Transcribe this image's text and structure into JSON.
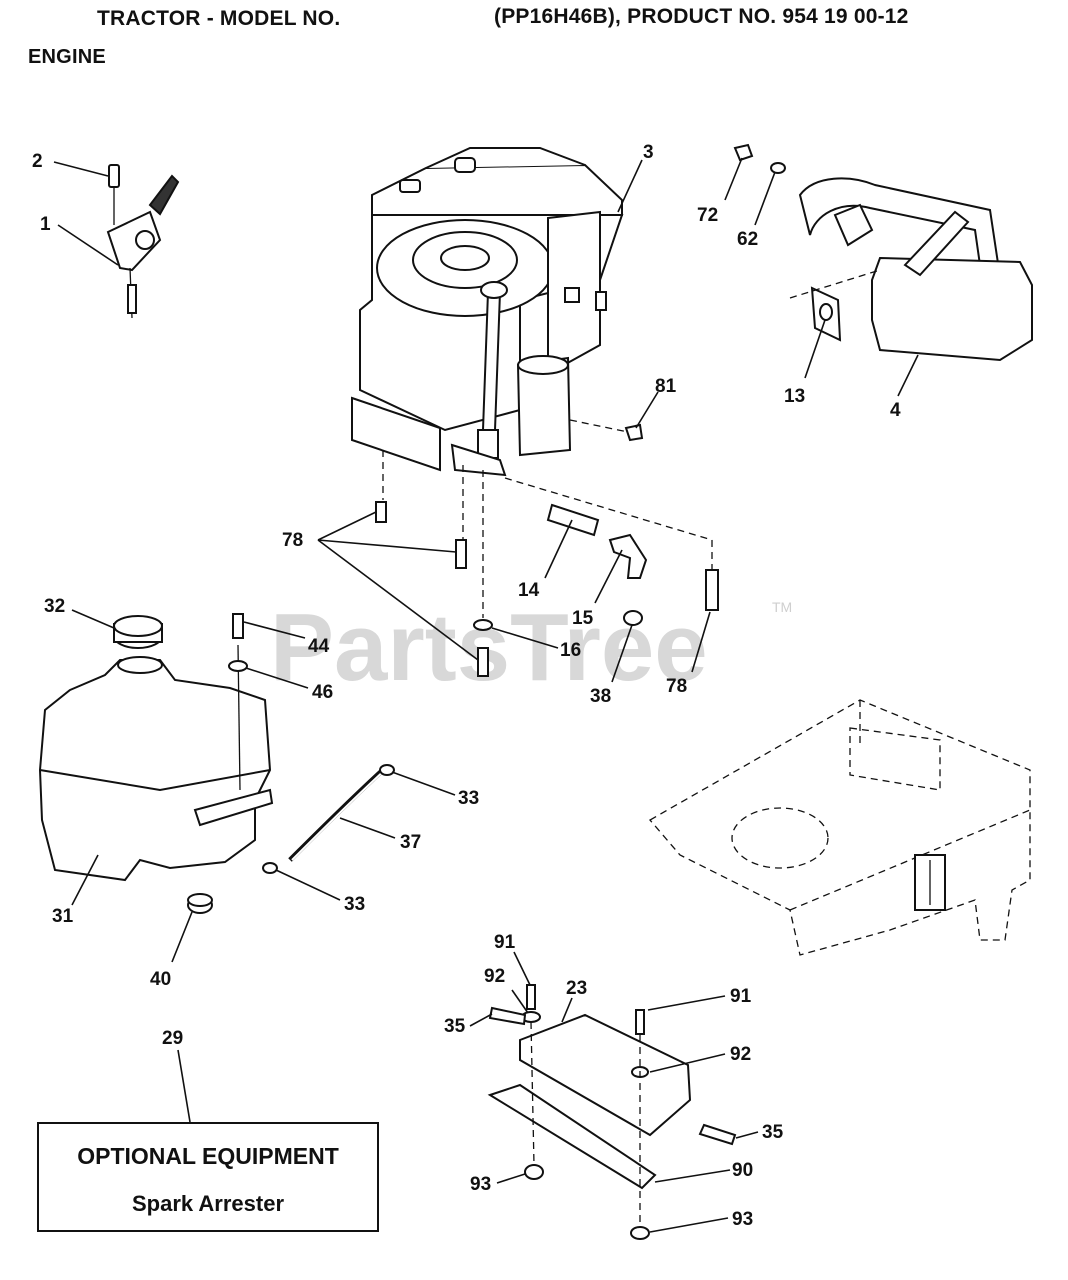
{
  "header": {
    "title_left": "TRACTOR - MODEL NO.",
    "title_right": "(PP16H46B), PRODUCT NO. 954 19 00-12",
    "section": "ENGINE"
  },
  "watermark": {
    "text": "PartsTree",
    "tm": "TM"
  },
  "optional_box": {
    "line1": "OPTIONAL EQUIPMENT",
    "line2": "Spark Arrester"
  },
  "callouts": {
    "c1": "1",
    "c2": "2",
    "c3": "3",
    "c4": "4",
    "c13": "13",
    "c14": "14",
    "c15": "15",
    "c16": "16",
    "c23": "23",
    "c29": "29",
    "c31": "31",
    "c32": "32",
    "c33a": "33",
    "c33b": "33",
    "c35a": "35",
    "c35b": "35",
    "c37": "37",
    "c38": "38",
    "c40": "40",
    "c44": "44",
    "c46": "46",
    "c62": "62",
    "c72": "72",
    "c78a": "78",
    "c78b": "78",
    "c81": "81",
    "c90": "90",
    "c91a": "91",
    "c91b": "91",
    "c92a": "92",
    "c92b": "92",
    "c93a": "93",
    "c93b": "93"
  }
}
